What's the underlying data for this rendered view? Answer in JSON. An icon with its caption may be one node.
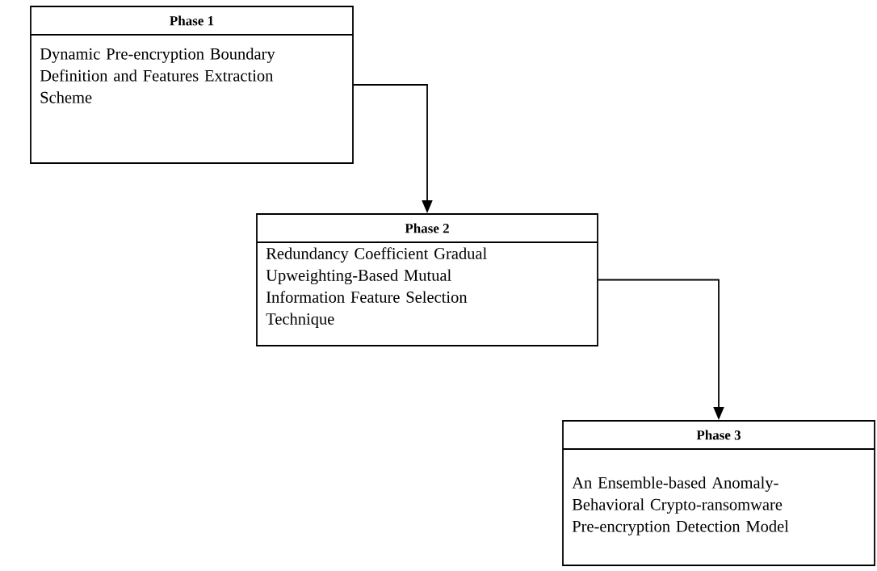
{
  "diagram": {
    "nodes": [
      {
        "text": [
          "Phase 1",
          "Dynamic Pre-encryption Boundary Definition and Features Extraction Scheme"
        ]
      },
      {
        "text": [
          "Phase 2",
          "Redundancy Coefficient Gradual Upweighting-Based Mutual Information Feature Selection Technique"
        ]
      },
      {
        "text": [
          "Phase 3",
          "An Ensemble-based Anomaly-Behavioral Crypto-ransomware Pre-encryption Detection Model"
        ]
      }
    ],
    "edges": [
      {
        "from": 0,
        "to": 1,
        "arrow": "to"
      },
      {
        "from": 1,
        "to": 2,
        "arrow": "to"
      }
    ]
  }
}
